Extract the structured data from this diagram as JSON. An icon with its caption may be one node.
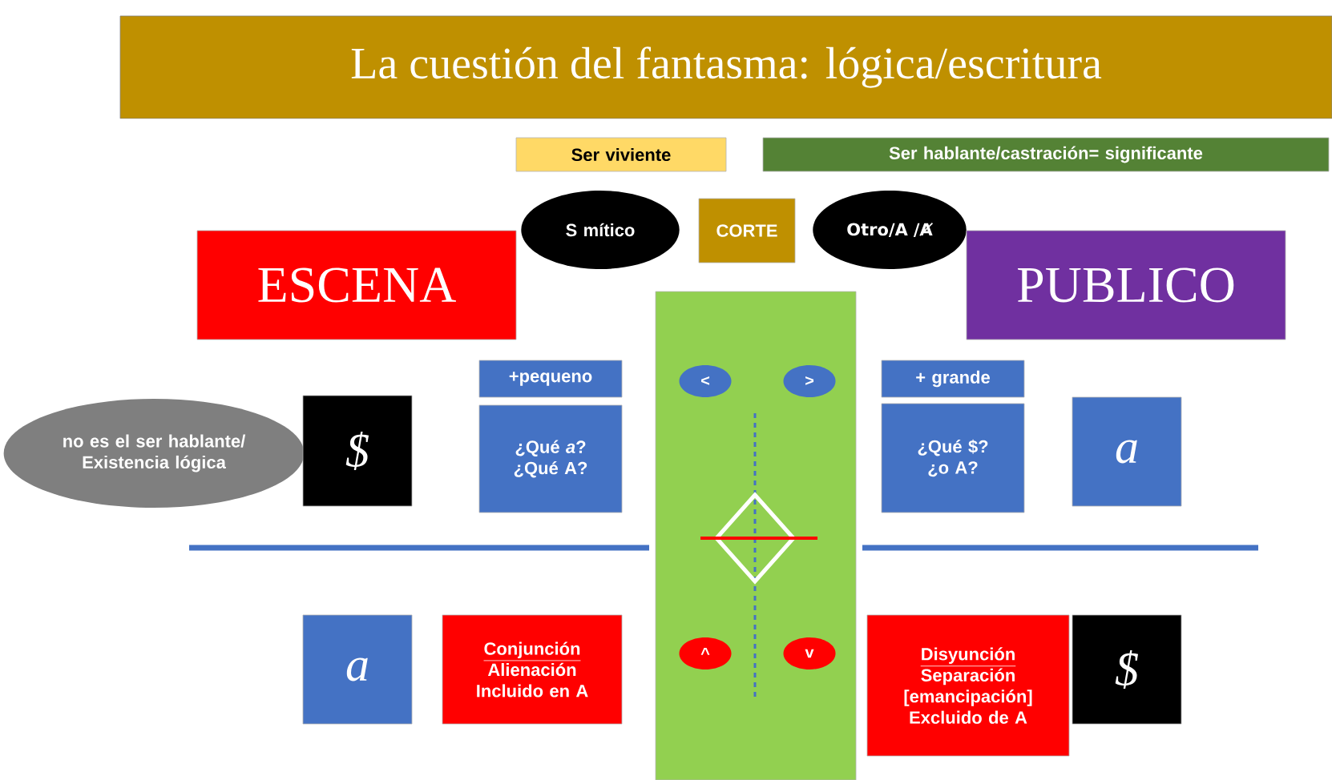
{
  "diagram": {
    "title": "La cuestión del fantasma: lógica/escritura",
    "nodes": [
      {
        "text": [
          "Ser viviente"
        ]
      },
      {
        "text": [
          "Ser hablante/castración= significante"
        ]
      },
      {
        "text": [
          "S mítico"
        ]
      },
      {
        "text": [
          "CORTE"
        ]
      },
      {
        "text": [
          "Otro/A /Ⱥ"
        ]
      },
      {
        "text": [
          "ESCENA"
        ]
      },
      {
        "text": [
          "PUBLICO"
        ]
      },
      {
        "text": [],
        "shape": "box"
      },
      {
        "text": [
          "<"
        ],
        "in": 7
      },
      {
        "text": [
          ">"
        ],
        "in": 7
      },
      {
        "text": [
          "^"
        ],
        "in": 7
      },
      {
        "text": [
          "v"
        ],
        "in": 7
      },
      {
        "text": [
          "no es el ser hablante/ Existencia lógica"
        ]
      },
      {
        "text": [
          "$"
        ]
      },
      {
        "text": [
          "+pequeno"
        ]
      },
      {
        "text": [
          "¿Qué *a*? ¿Qué A?"
        ]
      },
      {
        "text": [
          "+ grande"
        ]
      },
      {
        "text": [
          "¿Qué $? ¿o A?"
        ]
      },
      {
        "text": [
          "a"
        ]
      },
      {
        "text": [
          "a"
        ]
      },
      {
        "text": [
          "Conjunción",
          "Alienación Incluido en A"
        ]
      },
      {
        "text": [
          "Disyunción",
          "Separación [emancipación] Excluido de A"
        ]
      },
      {
        "text": [
          "$"
        ]
      }
    ],
    "edges": []
  }
}
